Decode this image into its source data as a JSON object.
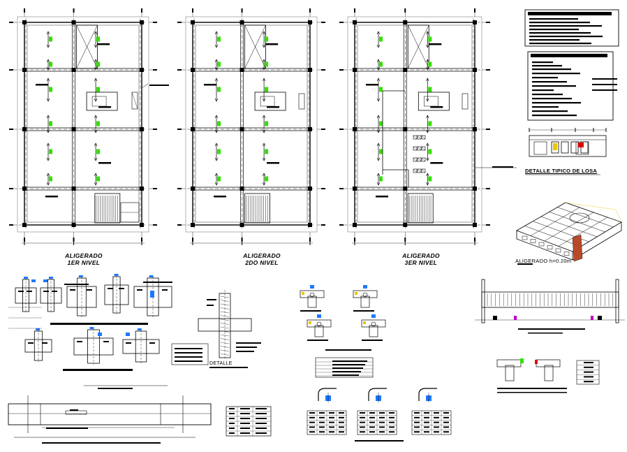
{
  "plans": [
    {
      "title": "ALIGERADO",
      "subtitle": "1ER NIVEL"
    },
    {
      "title": "ALIGERADO",
      "subtitle": "2DO NIVEL"
    },
    {
      "title": "ALIGERADO",
      "subtitle": "3ER NIVEL"
    }
  ],
  "details": {
    "losa_title": "DETALLE TIPICO DE LOSA",
    "aligerado_label": "ALIGERADO h=0.20m",
    "column_detail_label": "DETALLE"
  },
  "colors": {
    "line": "#000000",
    "accent_green": "#33e000",
    "accent_blue": "#1e78ff",
    "accent_red": "#e00000",
    "accent_magenta": "#c000c0",
    "accent_yellow": "#e8c800"
  }
}
